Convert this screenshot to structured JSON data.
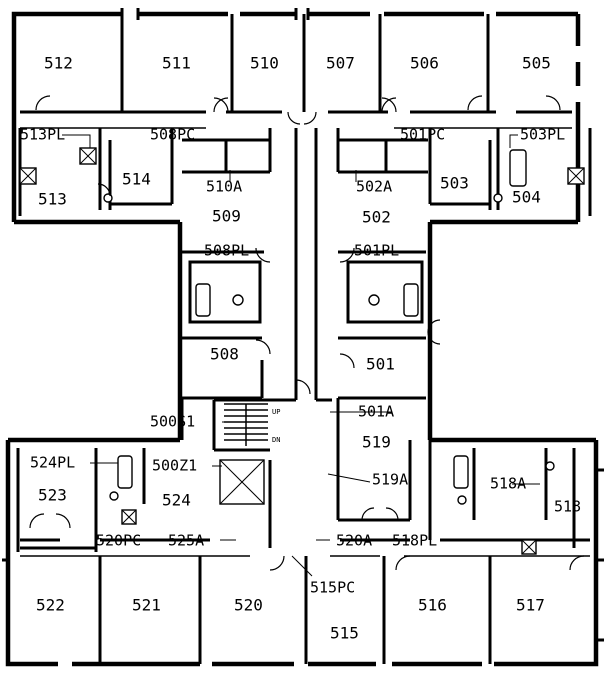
{
  "plan": {
    "line_color": "#000000",
    "background": "#ffffff",
    "rooms": [
      {
        "id": "r512",
        "label": "512"
      },
      {
        "id": "r511",
        "label": "511"
      },
      {
        "id": "r510",
        "label": "510"
      },
      {
        "id": "r507",
        "label": "507"
      },
      {
        "id": "r506",
        "label": "506"
      },
      {
        "id": "r505",
        "label": "505"
      },
      {
        "id": "r513PL",
        "label": "513PL"
      },
      {
        "id": "r508PC",
        "label": "508PC"
      },
      {
        "id": "r501PC",
        "label": "501PC"
      },
      {
        "id": "r503PL",
        "label": "503PL"
      },
      {
        "id": "r510A",
        "label": "510A"
      },
      {
        "id": "r502A",
        "label": "502A"
      },
      {
        "id": "r514",
        "label": "514"
      },
      {
        "id": "r503",
        "label": "503"
      },
      {
        "id": "r513",
        "label": "513"
      },
      {
        "id": "r504",
        "label": "504"
      },
      {
        "id": "r509",
        "label": "509"
      },
      {
        "id": "r502",
        "label": "502"
      },
      {
        "id": "r508PL",
        "label": "508PL"
      },
      {
        "id": "r501PL",
        "label": "501PL"
      },
      {
        "id": "r508",
        "label": "508"
      },
      {
        "id": "r501",
        "label": "501"
      },
      {
        "id": "r500S1",
        "label": "500S1"
      },
      {
        "id": "r501A",
        "label": "501A"
      },
      {
        "id": "r519",
        "label": "519"
      },
      {
        "id": "r524PL",
        "label": "524PL"
      },
      {
        "id": "r500Z1",
        "label": "500Z1"
      },
      {
        "id": "r519A",
        "label": "519A"
      },
      {
        "id": "r523",
        "label": "523"
      },
      {
        "id": "r524",
        "label": "524"
      },
      {
        "id": "r518A",
        "label": "518A"
      },
      {
        "id": "r518",
        "label": "518"
      },
      {
        "id": "r520PC",
        "label": "520PC"
      },
      {
        "id": "r525A",
        "label": "525A"
      },
      {
        "id": "r520A",
        "label": "520A"
      },
      {
        "id": "r518PL",
        "label": "518PL"
      },
      {
        "id": "r522",
        "label": "522"
      },
      {
        "id": "r521",
        "label": "521"
      },
      {
        "id": "r520",
        "label": "520"
      },
      {
        "id": "r515PC",
        "label": "515PC"
      },
      {
        "id": "r516",
        "label": "516"
      },
      {
        "id": "r517",
        "label": "517"
      },
      {
        "id": "r515",
        "label": "515"
      }
    ],
    "stair_up": "UP",
    "stair_down": "DN"
  }
}
